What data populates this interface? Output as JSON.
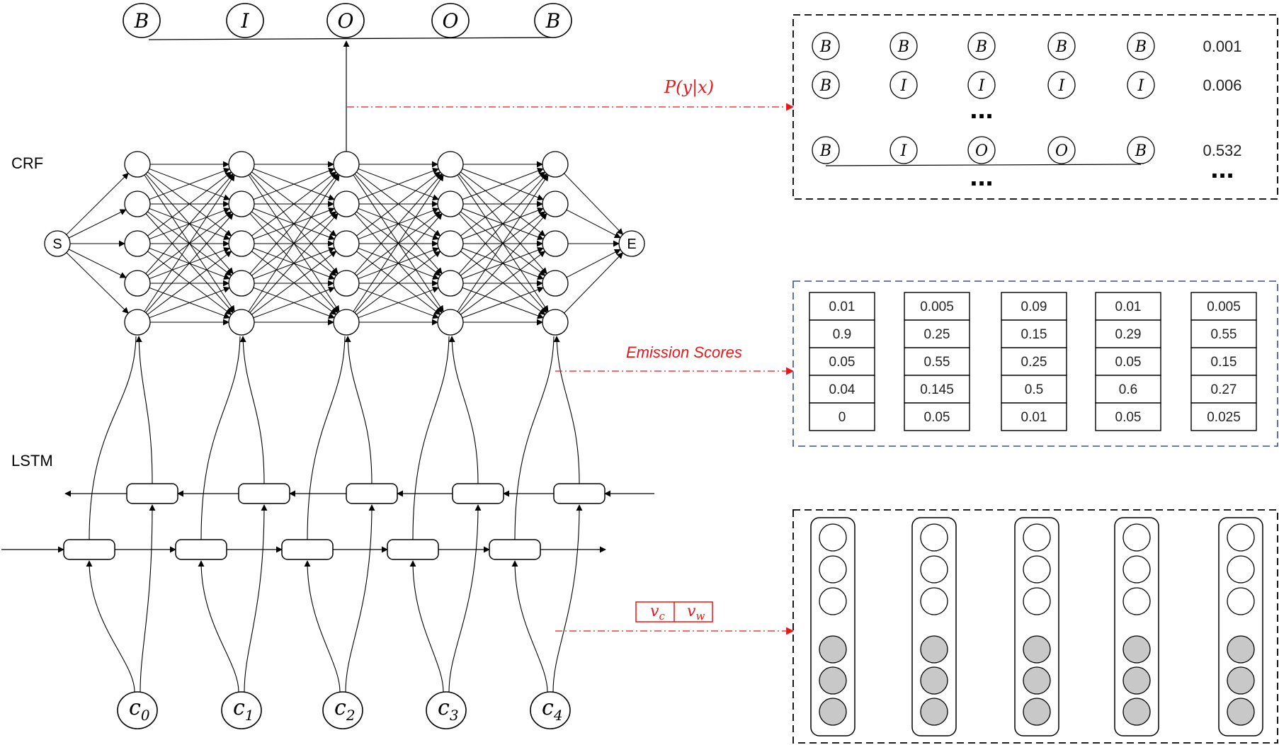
{
  "layers": {
    "crf": "CRF",
    "lstm": "LSTM"
  },
  "crf_nodes": {
    "start": "S",
    "end": "E"
  },
  "output_tags": [
    "B",
    "I",
    "O",
    "O",
    "B"
  ],
  "input_chars": [
    {
      "base": "c",
      "sub": "0"
    },
    {
      "base": "c",
      "sub": "1"
    },
    {
      "base": "c",
      "sub": "2"
    },
    {
      "base": "c",
      "sub": "3"
    },
    {
      "base": "c",
      "sub": "4"
    }
  ],
  "annotations": {
    "probability": {
      "prefix": "P",
      "body": "(y|x)"
    },
    "emission": "Emission Scores",
    "embedding": {
      "left": {
        "base": "v",
        "sub": "c"
      },
      "right": {
        "base": "v",
        "sub": "w"
      }
    }
  },
  "path_table": {
    "rows": [
      {
        "tags": [
          "B",
          "B",
          "B",
          "B",
          "B"
        ],
        "prob": "0.001"
      },
      {
        "tags": [
          "B",
          "I",
          "I",
          "I",
          "I"
        ],
        "prob": "0.006"
      },
      {
        "tags": [
          "B",
          "I",
          "O",
          "O",
          "B"
        ],
        "prob": "0.532"
      }
    ],
    "ellipsis": "..."
  },
  "emission_scores": [
    [
      "0.01",
      "0.9",
      "0.05",
      "0.04",
      "0"
    ],
    [
      "0.005",
      "0.25",
      "0.55",
      "0.145",
      "0.05"
    ],
    [
      "0.09",
      "0.15",
      "0.25",
      "0.5",
      "0.01"
    ],
    [
      "0.01",
      "0.29",
      "0.05",
      "0.6",
      "0.05"
    ],
    [
      "0.005",
      "0.55",
      "0.15",
      "0.27",
      "0.025"
    ]
  ],
  "embedding_vectors": {
    "count": 5,
    "white_units": 3,
    "gray_units": 3
  },
  "colors": {
    "line": "#000000",
    "annotation": "#e31a1c",
    "emission_border": "#2f4f9f",
    "gray_unit": "#c8c8c8"
  }
}
